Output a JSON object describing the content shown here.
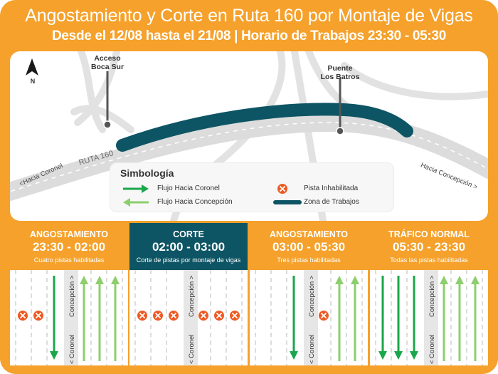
{
  "header": {
    "title": "Angostamiento y Corte en Ruta 160 por Montaje de Vigas",
    "subtitle": "Desde el 12/08 hasta el 21/08 | Horario de Trabajos  23:30 - 05:30"
  },
  "map": {
    "north_label": "N",
    "acceso_label": "Acceso\nBoca Sur",
    "puente_label": "Puente\nLos Batros",
    "ruta_label": "RUTA 160",
    "hacia_coronel": "<Hacia Coronel",
    "hacia_concepcion": "Hacia Concepción >",
    "road_color": "#dcdcdc",
    "work_zone_color": "#0d5564"
  },
  "legend": {
    "title": "Simbología",
    "items": [
      {
        "label": "Flujo Hacia Coronel",
        "icon": "arrow-right-dark-green-icon"
      },
      {
        "label": "Flujo Hacia Concepción",
        "icon": "arrow-left-light-green-icon"
      },
      {
        "label": "Pista Inhabilitada",
        "icon": "closed-lane-x-icon"
      },
      {
        "label": "Zona de Trabajos",
        "icon": "work-zone-bar-icon"
      }
    ]
  },
  "colors": {
    "orange": "#f5a12b",
    "teal": "#0d5564",
    "dark_green": "#1aa64a",
    "light_green": "#8ccf6c",
    "closed_red": "#ee5a24"
  },
  "median": {
    "concepcion_label": "Concepción >",
    "coronel_label": "< Coronel"
  },
  "phases": [
    {
      "name": "ANGOSTAMIENTO",
      "time": "23:30 - 02:00",
      "desc": "Cuatro pistas habilitadas",
      "dark": false,
      "left_lanes": [
        "closed",
        "closed",
        "down"
      ],
      "right_lanes": [
        "up",
        "up",
        "up"
      ]
    },
    {
      "name": "CORTE",
      "time": "02:00 - 03:00",
      "desc": "Corte de pistas por montaje de vigas",
      "dark": true,
      "left_lanes": [
        "closed",
        "closed",
        "closed"
      ],
      "right_lanes": [
        "closed",
        "closed",
        "closed"
      ]
    },
    {
      "name": "ANGOSTAMIENTO",
      "time": "03:00 - 05:30",
      "desc": "Tres pistas habilitadas",
      "dark": false,
      "left_lanes": [
        "none",
        "none",
        "down"
      ],
      "right_lanes": [
        "closed",
        "up",
        "up"
      ]
    },
    {
      "name": "TRÁFICO NORMAL",
      "time": "05:30 - 23:30",
      "desc": "Todas las pistas habilitadas",
      "dark": false,
      "left_lanes": [
        "down",
        "down",
        "down"
      ],
      "right_lanes": [
        "up",
        "up",
        "up"
      ]
    }
  ]
}
